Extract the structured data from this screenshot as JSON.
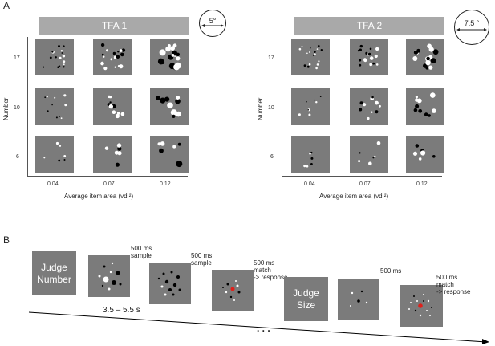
{
  "panel_a_label": "A",
  "panel_b_label": "B",
  "tfa1": {
    "title": "TFA 1",
    "circle_label": "5°",
    "ylabel": "Number",
    "xlabel": "Average item area (vd ²)",
    "y_ticks": [
      "17",
      "10",
      "6"
    ],
    "x_ticks": [
      "0.04",
      "0.07",
      "0.12"
    ]
  },
  "tfa2": {
    "title": "TFA 2",
    "circle_label": "7.5 °",
    "ylabel": "Number",
    "xlabel": "Average item area (vd ²)",
    "y_ticks": [
      "17",
      "10",
      "6"
    ],
    "x_ticks": [
      "0.04",
      "0.07",
      "0.12"
    ]
  },
  "trial": {
    "judge_number": "Judge Number",
    "judge_size": "Judge Size",
    "sample_1_a": "500 ms",
    "sample_1_b": "sample",
    "sample_2_a": "500 ms",
    "sample_2_b": "sample",
    "match_1_a": "500 ms",
    "match_1_b": "match",
    "match_1_c": "-> response",
    "sample_3": "500 ms",
    "match_2_a": "500 ms",
    "match_2_b": "match",
    "match_2_c": "-> response",
    "iti": "3.5 – 5.5 s",
    "ellipsis": ". . ."
  },
  "colors": {
    "stimulus_bg": "#7b7b7b",
    "bar": "#a9a9a9",
    "match_dot": "#e0201a"
  }
}
